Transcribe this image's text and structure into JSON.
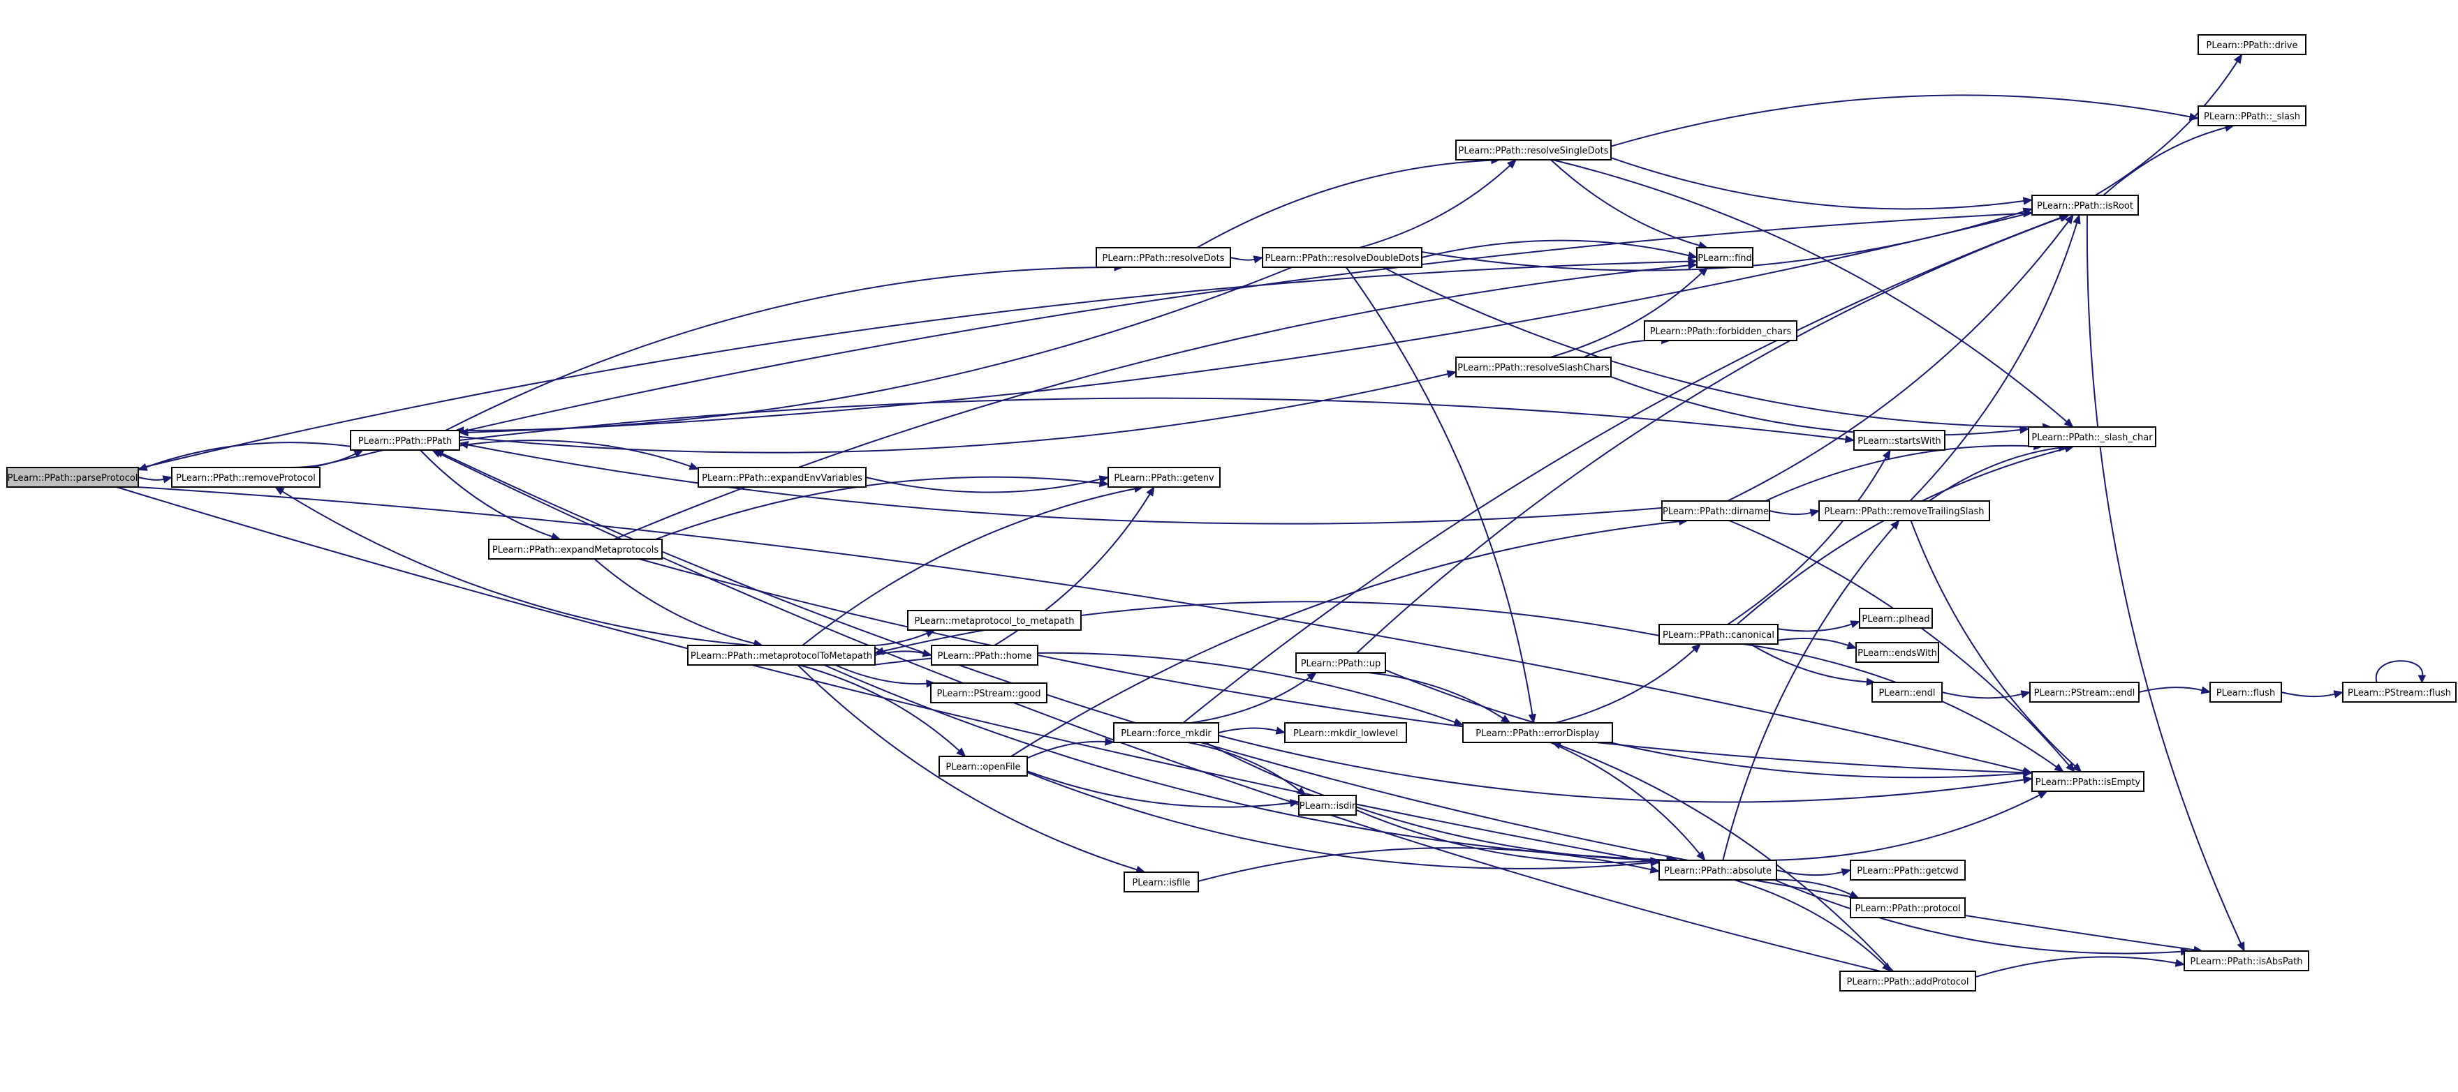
{
  "diagram": {
    "type": "call-graph",
    "colors": {
      "edge": "#191970",
      "node_border": "#000000",
      "root_fill": "#bfbfbf",
      "node_fill": "#ffffff"
    },
    "nodes": [
      {
        "id": "parseProtocol",
        "label": "PLearn::PPath::parseProtocol",
        "root": true
      },
      {
        "id": "removeProtocol",
        "label": "PLearn::PPath::removeProtocol"
      },
      {
        "id": "PPath",
        "label": "PLearn::PPath::PPath"
      },
      {
        "id": "expandEnvVariables",
        "label": "PLearn::PPath::expandEnvVariables"
      },
      {
        "id": "expandMetaprotocols",
        "label": "PLearn::PPath::expandMetaprotocols"
      },
      {
        "id": "metaprotocolToMetapath",
        "label": "PLearn::PPath::metaprotocolToMetapath"
      },
      {
        "id": "metaprotocol_to_metapath",
        "label": "PLearn::metaprotocol_to_metapath"
      },
      {
        "id": "home",
        "label": "PLearn::PPath::home"
      },
      {
        "id": "good",
        "label": "PLearn::PStream::good"
      },
      {
        "id": "openFile",
        "label": "PLearn::openFile"
      },
      {
        "id": "isfile",
        "label": "PLearn::isfile"
      },
      {
        "id": "getenv",
        "label": "PLearn::PPath::getenv"
      },
      {
        "id": "force_mkdir",
        "label": "PLearn::force_mkdir"
      },
      {
        "id": "mkdir_lowlevel",
        "label": "PLearn::mkdir_lowlevel"
      },
      {
        "id": "isdir",
        "label": "PLearn::isdir"
      },
      {
        "id": "up",
        "label": "PLearn::PPath::up"
      },
      {
        "id": "errorDisplay",
        "label": "PLearn::PPath::errorDisplay"
      },
      {
        "id": "resolveDots",
        "label": "PLearn::PPath::resolveDots"
      },
      {
        "id": "resolveDoubleDots",
        "label": "PLearn::PPath::resolveDoubleDots"
      },
      {
        "id": "resolveSingleDots",
        "label": "PLearn::PPath::resolveSingleDots"
      },
      {
        "id": "resolveSlashChars",
        "label": "PLearn::PPath::resolveSlashChars"
      },
      {
        "id": "find",
        "label": "PLearn::find"
      },
      {
        "id": "forbidden_chars",
        "label": "PLearn::PPath::forbidden_chars"
      },
      {
        "id": "dirname",
        "label": "PLearn::PPath::dirname"
      },
      {
        "id": "canonical",
        "label": "PLearn::PPath::canonical"
      },
      {
        "id": "absolute",
        "label": "PLearn::PPath::absolute"
      },
      {
        "id": "startsWith",
        "label": "PLearn::startsWith"
      },
      {
        "id": "removeTrailingSlash",
        "label": "PLearn::PPath::removeTrailingSlash"
      },
      {
        "id": "plhead",
        "label": "PLearn::plhead"
      },
      {
        "id": "endsWith",
        "label": "PLearn::endsWith"
      },
      {
        "id": "endl",
        "label": "PLearn::endl"
      },
      {
        "id": "getcwd",
        "label": "PLearn::PPath::getcwd"
      },
      {
        "id": "protocol",
        "label": "PLearn::PPath::protocol"
      },
      {
        "id": "addProtocol",
        "label": "PLearn::PPath::addProtocol"
      },
      {
        "id": "drive",
        "label": "PLearn::PPath::drive"
      },
      {
        "id": "_slash",
        "label": "PLearn::PPath::_slash"
      },
      {
        "id": "isRoot",
        "label": "PLearn::PPath::isRoot"
      },
      {
        "id": "_slash_char",
        "label": "PLearn::PPath::_slash_char"
      },
      {
        "id": "isEmpty",
        "label": "PLearn::PPath::isEmpty"
      },
      {
        "id": "isAbsPath",
        "label": "PLearn::PPath::isAbsPath"
      },
      {
        "id": "pstream_endl",
        "label": "PLearn::PStream::endl"
      },
      {
        "id": "flush",
        "label": "PLearn::flush"
      },
      {
        "id": "pstream_flush",
        "label": "PLearn::PStream::flush"
      }
    ],
    "edges": [
      [
        "parseProtocol",
        "removeProtocol"
      ],
      [
        "parseProtocol",
        "isEmpty"
      ],
      [
        "parseProtocol",
        "isAbsPath"
      ],
      [
        "parseProtocol",
        "find"
      ],
      [
        "removeProtocol",
        "PPath"
      ],
      [
        "removeProtocol",
        "isRoot"
      ],
      [
        "PPath",
        "parseProtocol"
      ],
      [
        "PPath",
        "expandEnvVariables"
      ],
      [
        "PPath",
        "expandMetaprotocols"
      ],
      [
        "PPath",
        "resolveDots"
      ],
      [
        "PPath",
        "resolveSlashChars"
      ],
      [
        "PPath",
        "startsWith"
      ],
      [
        "expandEnvVariables",
        "getenv"
      ],
      [
        "expandMetaprotocols",
        "getenv"
      ],
      [
        "expandMetaprotocols",
        "metaprotocolToMetapath"
      ],
      [
        "expandMetaprotocols",
        "find"
      ],
      [
        "expandMetaprotocols",
        "isEmpty"
      ],
      [
        "metaprotocolToMetapath",
        "getenv"
      ],
      [
        "metaprotocolToMetapath",
        "metaprotocol_to_metapath"
      ],
      [
        "metaprotocolToMetapath",
        "home"
      ],
      [
        "metaprotocolToMetapath",
        "good"
      ],
      [
        "metaprotocolToMetapath",
        "openFile"
      ],
      [
        "metaprotocolToMetapath",
        "isfile"
      ],
      [
        "metaprotocolToMetapath",
        "errorDisplay"
      ],
      [
        "metaprotocolToMetapath",
        "absolute"
      ],
      [
        "metaprotocolToMetapath",
        "removeProtocol"
      ],
      [
        "home",
        "getenv"
      ],
      [
        "openFile",
        "force_mkdir"
      ],
      [
        "openFile",
        "isdir"
      ],
      [
        "openFile",
        "dirname"
      ],
      [
        "openFile",
        "absolute"
      ],
      [
        "force_mkdir",
        "mkdir_lowlevel"
      ],
      [
        "force_mkdir",
        "up"
      ],
      [
        "force_mkdir",
        "isdir"
      ],
      [
        "force_mkdir",
        "absolute"
      ],
      [
        "force_mkdir",
        "isRoot"
      ],
      [
        "force_mkdir",
        "isEmpty"
      ],
      [
        "isfile",
        "absolute"
      ],
      [
        "isdir",
        "absolute"
      ],
      [
        "up",
        "errorDisplay"
      ],
      [
        "up",
        "isEmpty"
      ],
      [
        "up",
        "isRoot"
      ],
      [
        "errorDisplay",
        "canonical"
      ],
      [
        "errorDisplay",
        "absolute"
      ],
      [
        "resolveDots",
        "resolveDoubleDots"
      ],
      [
        "resolveDots",
        "resolveSingleDots"
      ],
      [
        "resolveDoubleDots",
        "resolveSingleDots"
      ],
      [
        "resolveDoubleDots",
        "find"
      ],
      [
        "resolveDoubleDots",
        "isRoot"
      ],
      [
        "resolveDoubleDots",
        "errorDisplay"
      ],
      [
        "resolveDoubleDots",
        "_slash_char"
      ],
      [
        "resolveDoubleDots",
        "PPath"
      ],
      [
        "resolveSingleDots",
        "find"
      ],
      [
        "resolveSingleDots",
        "_slash"
      ],
      [
        "resolveSingleDots",
        "isRoot"
      ],
      [
        "resolveSingleDots",
        "_slash_char"
      ],
      [
        "resolveSlashChars",
        "find"
      ],
      [
        "resolveSlashChars",
        "forbidden_chars"
      ],
      [
        "resolveSlashChars",
        "_slash_char"
      ],
      [
        "dirname",
        "PPath"
      ],
      [
        "dirname",
        "isRoot"
      ],
      [
        "dirname",
        "_slash_char"
      ],
      [
        "dirname",
        "removeTrailingSlash"
      ],
      [
        "dirname",
        "isEmpty"
      ],
      [
        "canonical",
        "startsWith"
      ],
      [
        "canonical",
        "_slash_char"
      ],
      [
        "canonical",
        "plhead"
      ],
      [
        "canonical",
        "endsWith"
      ],
      [
        "canonical",
        "endl"
      ],
      [
        "canonical",
        "isEmpty"
      ],
      [
        "canonical",
        "metaprotocolToMetapath"
      ],
      [
        "absolute",
        "removeTrailingSlash"
      ],
      [
        "absolute",
        "getcwd"
      ],
      [
        "absolute",
        "protocol"
      ],
      [
        "absolute",
        "isAbsPath"
      ],
      [
        "absolute",
        "addProtocol"
      ],
      [
        "absolute",
        "isEmpty"
      ],
      [
        "absolute",
        "PPath"
      ],
      [
        "removeTrailingSlash",
        "isRoot"
      ],
      [
        "removeTrailingSlash",
        "_slash_char"
      ],
      [
        "removeTrailingSlash",
        "isEmpty"
      ],
      [
        "addProtocol",
        "isAbsPath"
      ],
      [
        "addProtocol",
        "errorDisplay"
      ],
      [
        "addProtocol",
        "PPath"
      ],
      [
        "isRoot",
        "drive"
      ],
      [
        "isRoot",
        "_slash"
      ],
      [
        "isRoot",
        "isAbsPath"
      ],
      [
        "isRoot",
        "PPath"
      ],
      [
        "endl",
        "pstream_endl"
      ],
      [
        "pstream_endl",
        "flush"
      ],
      [
        "flush",
        "pstream_flush"
      ],
      [
        "pstream_flush",
        "pstream_flush"
      ]
    ]
  }
}
